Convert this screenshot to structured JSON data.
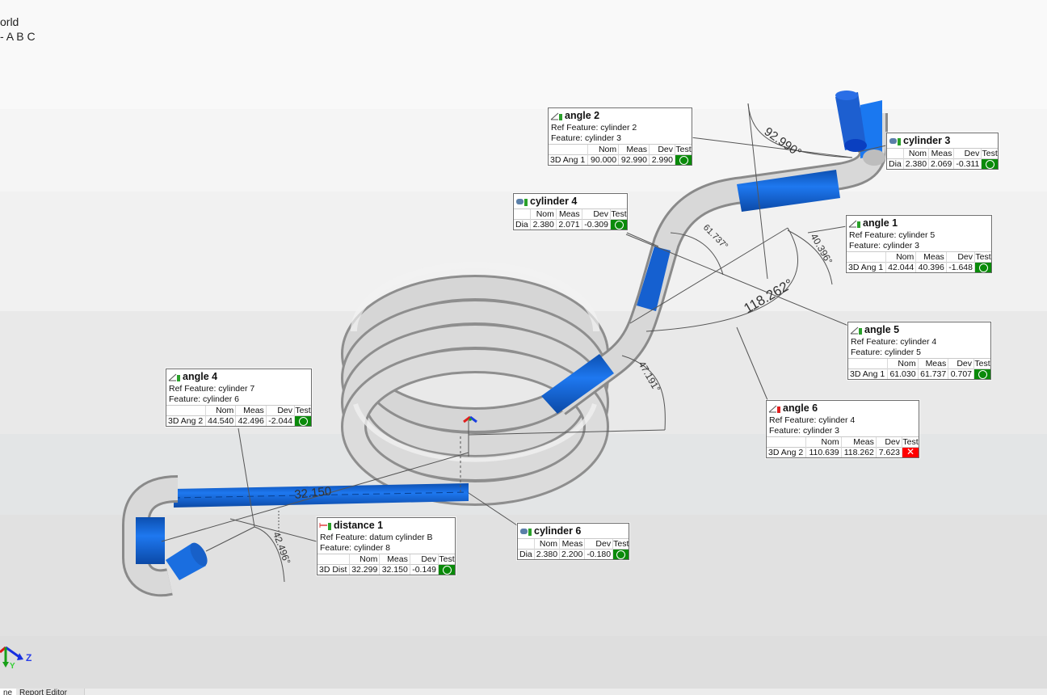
{
  "viewport": {
    "hud": {
      "coordinate_system_line": "orld",
      "alignment_line": "- A B C"
    },
    "colors": {
      "feature_blue": "#1565d8",
      "tube_gray": "#c8c8c8",
      "pass_green": "#0a8a0a",
      "fail_red": "#ff0000"
    },
    "triad": {
      "axis_y": "Y",
      "axis_z": "Z"
    },
    "dimension_labels": {
      "angle2_meas": "92.990°",
      "angle1_meas": "40.396°",
      "angle5_meas": "61.737°",
      "angle6_meas": "118.262°",
      "unnamed_meas": "47.191°",
      "angle4_meas": "42.496°",
      "distance1_meas": "32.150"
    },
    "callouts": [
      {
        "id": "angle-2",
        "icon": "angle-icon",
        "title": "angle 2",
        "ref_feature": "Ref Feature: cylinder 2",
        "feature": "Feature: cylinder 3",
        "headers": [
          "",
          "Nom",
          "Meas",
          "Dev",
          "Test"
        ],
        "row": {
          "label": "3D Ang 1",
          "nom": "90.000",
          "meas": "92.990",
          "dev": "2.990",
          "test": "pass"
        }
      },
      {
        "id": "cylinder-3",
        "icon": "cylinder-icon",
        "title": "cylinder 3",
        "headers": [
          "",
          "Nom",
          "Meas",
          "Dev",
          "Test"
        ],
        "row": {
          "label": "Dia",
          "nom": "2.380",
          "meas": "2.069",
          "dev": "-0.311",
          "test": "pass"
        }
      },
      {
        "id": "cylinder-4",
        "icon": "cylinder-icon",
        "title": "cylinder 4",
        "headers": [
          "",
          "Nom",
          "Meas",
          "Dev",
          "Test"
        ],
        "row": {
          "label": "Dia",
          "nom": "2.380",
          "meas": "2.071",
          "dev": "-0.309",
          "test": "pass"
        }
      },
      {
        "id": "angle-1",
        "icon": "angle-icon",
        "title": "angle 1",
        "ref_feature": "Ref Feature: cylinder 5",
        "feature": "Feature: cylinder 3",
        "headers": [
          "",
          "Nom",
          "Meas",
          "Dev",
          "Test"
        ],
        "row": {
          "label": "3D Ang 1",
          "nom": "42.044",
          "meas": "40.396",
          "dev": "-1.648",
          "test": "pass"
        }
      },
      {
        "id": "angle-5",
        "icon": "angle-icon",
        "title": "angle 5",
        "ref_feature": "Ref Feature: cylinder 4",
        "feature": "Feature: cylinder 5",
        "headers": [
          "",
          "Nom",
          "Meas",
          "Dev",
          "Test"
        ],
        "row": {
          "label": "3D Ang 1",
          "nom": "61.030",
          "meas": "61.737",
          "dev": "0.707",
          "test": "pass"
        }
      },
      {
        "id": "angle-6",
        "icon": "angle-icon-fail",
        "title": "angle 6",
        "ref_feature": "Ref Feature: cylinder 4",
        "feature": "Feature: cylinder 3",
        "headers": [
          "",
          "Nom",
          "Meas",
          "Dev",
          "Test"
        ],
        "row": {
          "label": "3D Ang 2",
          "nom": "110.639",
          "meas": "118.262",
          "dev": "7.623",
          "test": "fail"
        }
      },
      {
        "id": "angle-4",
        "icon": "angle-icon",
        "title": "angle 4",
        "ref_feature": "Ref Feature: cylinder 7",
        "feature": "Feature: cylinder 6",
        "headers": [
          "",
          "Nom",
          "Meas",
          "Dev",
          "Test"
        ],
        "row": {
          "label": "3D Ang 2",
          "nom": "44.540",
          "meas": "42.496",
          "dev": "-2.044",
          "test": "pass"
        }
      },
      {
        "id": "distance-1",
        "icon": "distance-icon",
        "title": "distance 1",
        "ref_feature": "Ref Feature: datum cylinder B",
        "feature": "Feature: cylinder 8",
        "headers": [
          "",
          "Nom",
          "Meas",
          "Dev",
          "Test"
        ],
        "row": {
          "label": "3D Dist",
          "nom": "32.299",
          "meas": "32.150",
          "dev": "-0.149",
          "test": "pass"
        }
      },
      {
        "id": "cylinder-6",
        "icon": "cylinder-icon",
        "title": "cylinder 6",
        "headers": [
          "",
          "Nom",
          "Meas",
          "Dev",
          "Test"
        ],
        "row": {
          "label": "Dia",
          "nom": "2.380",
          "meas": "2.200",
          "dev": "-0.180",
          "test": "pass"
        }
      }
    ]
  },
  "tabs": [
    {
      "label": "ne",
      "active": true
    },
    {
      "label": "Report Editor",
      "active": false
    }
  ]
}
